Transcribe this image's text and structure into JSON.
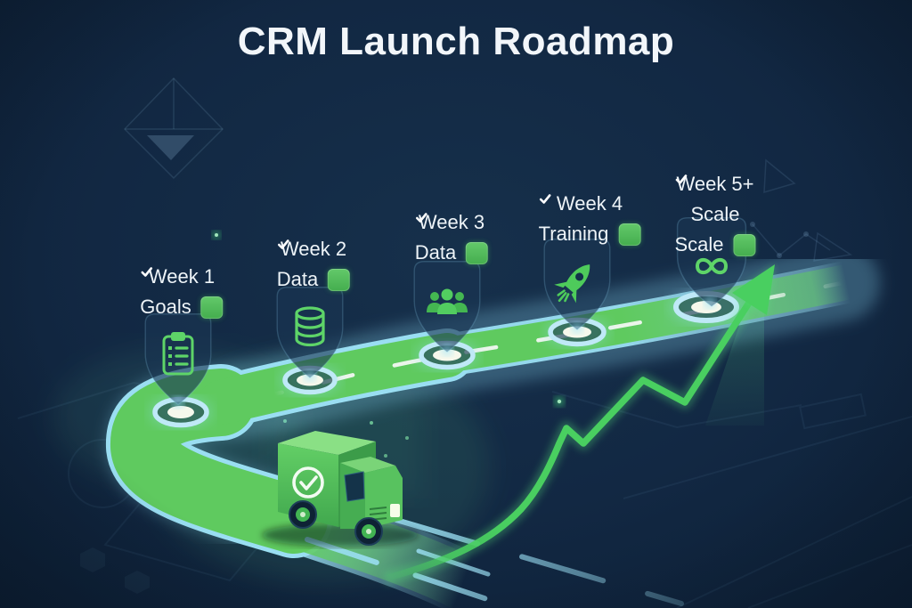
{
  "title": "CRM Launch Roadmap",
  "milestones": [
    {
      "week": "Week 1",
      "task": "Goals",
      "icon": "clipboard-icon",
      "checked": true
    },
    {
      "week": "Week 2",
      "task": "Data",
      "icon": "database-icon",
      "checked": true
    },
    {
      "week": "Week 3",
      "task": "Data",
      "icon": "users-icon",
      "checked": true
    },
    {
      "week": "Week 4",
      "task": "Training",
      "icon": "rocket-icon",
      "checked": true
    },
    {
      "week": "Week 5+",
      "subtitle": "Scale",
      "task": "Scale",
      "icon": "infinity-icon",
      "checked": true
    }
  ],
  "road": {
    "style": "curved highway with glowing edges",
    "milestone_count": 5,
    "truck_emblem": "check-circle-icon"
  },
  "trend": {
    "shape": "rising zigzag arrow",
    "direction": "up-right"
  },
  "colors": {
    "background": "#122843",
    "road_green": "#5fca5f",
    "road_edge_cyan": "#9adef2",
    "marker_center": "#f6f8ec",
    "chart_green": "#49cf60",
    "badge_green": "#4db554",
    "icon_green": "#5ed468",
    "text": "#eef4f8"
  }
}
